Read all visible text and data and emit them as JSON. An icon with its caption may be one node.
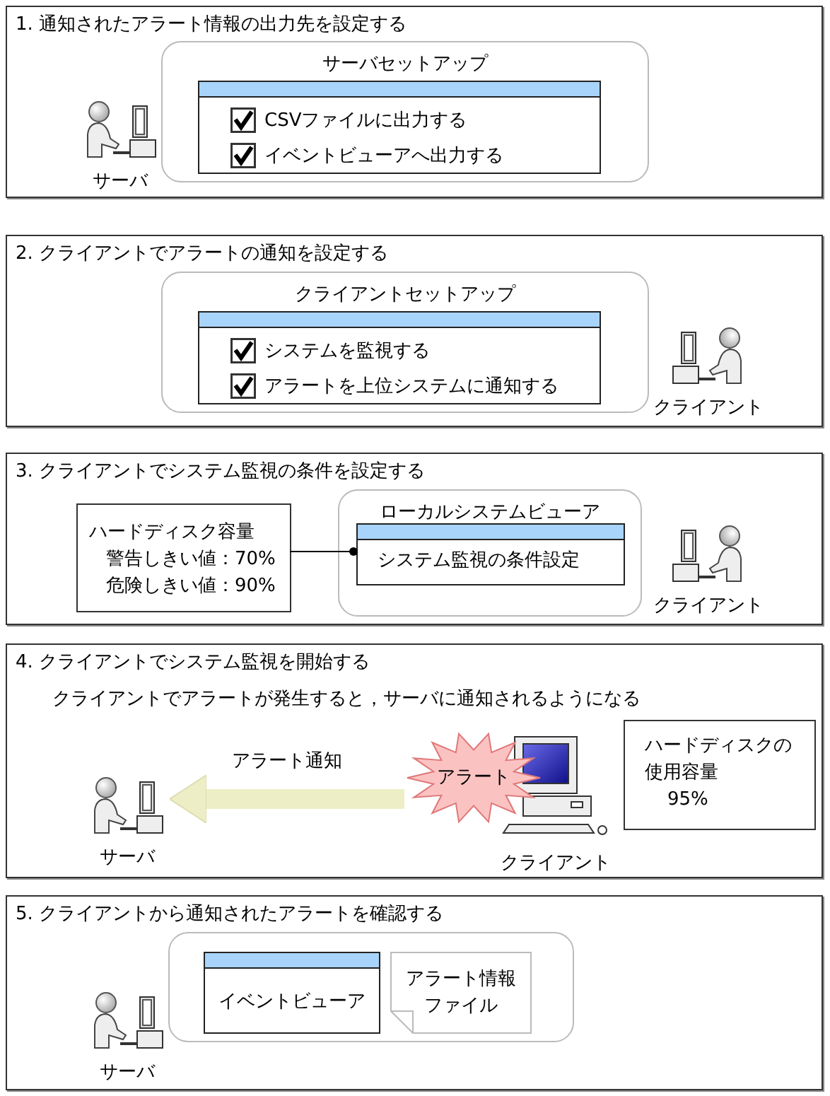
{
  "diagram": {
    "nodes": [
      {
        "text": [
          "1. 通知されたアラート情報の出力先を設定する"
        ]
      },
      {
        "text": [
          "サーバ"
        ],
        "in": 0
      },
      {
        "text": [
          "サーバセットアップ"
        ],
        "in": 0
      },
      {
        "text": [
          "CSVファイルに出力する",
          "イベントビューアへ出力する"
        ],
        "in": 2
      },
      {
        "text": [
          "2. クライアントでアラートの通知を設定する"
        ]
      },
      {
        "text": [
          "クライアントセットアップ"
        ],
        "in": 4
      },
      {
        "text": [
          "システムを監視する",
          "アラートを上位システムに通知する"
        ],
        "in": 5
      },
      {
        "text": [
          "クライアント"
        ],
        "in": 4
      },
      {
        "text": [
          "3. クライアントでシステム監視の条件を設定する"
        ]
      },
      {
        "text": [
          "ハードディスク容量",
          "警告しきい値：70%",
          "危険しきい値：90%"
        ],
        "in": 8
      },
      {
        "text": [
          "ローカルシステムビューア"
        ],
        "in": 8
      },
      {
        "text": [
          "システム監視の条件設定"
        ],
        "in": 10
      },
      {
        "text": [
          "クライアント"
        ],
        "in": 8
      },
      {
        "text": [
          "4. クライアントでシステム監視を開始する",
          "クライアントでアラートが発生すると，サーバに通知されるようになる"
        ]
      },
      {
        "text": [
          "サーバ"
        ],
        "in": 13
      },
      {
        "text": [
          "クライアント"
        ],
        "in": 13
      },
      {
        "text": [
          "アラート"
        ],
        "in": 13
      },
      {
        "text": [
          "ハードディスクの使用容量",
          "95%"
        ],
        "in": 13
      },
      {
        "text": [
          "5. クライアントから通知されたアラートを確認する"
        ]
      },
      {
        "text": [
          "サーバ"
        ],
        "in": 18
      },
      {
        "text": [],
        "shape": "box",
        "in": 18
      },
      {
        "text": [
          "イベントビューア"
        ],
        "in": 20
      },
      {
        "text": [
          "アラート情報ファイル"
        ],
        "in": 20
      }
    ],
    "edges": [
      {
        "from": 9,
        "to": 11,
        "arrow": "other"
      },
      {
        "from": 16,
        "to": 14,
        "arrow": "to",
        "label": "アラート通知",
        "style": "thick",
        "color": "#eeeec6"
      }
    ]
  }
}
